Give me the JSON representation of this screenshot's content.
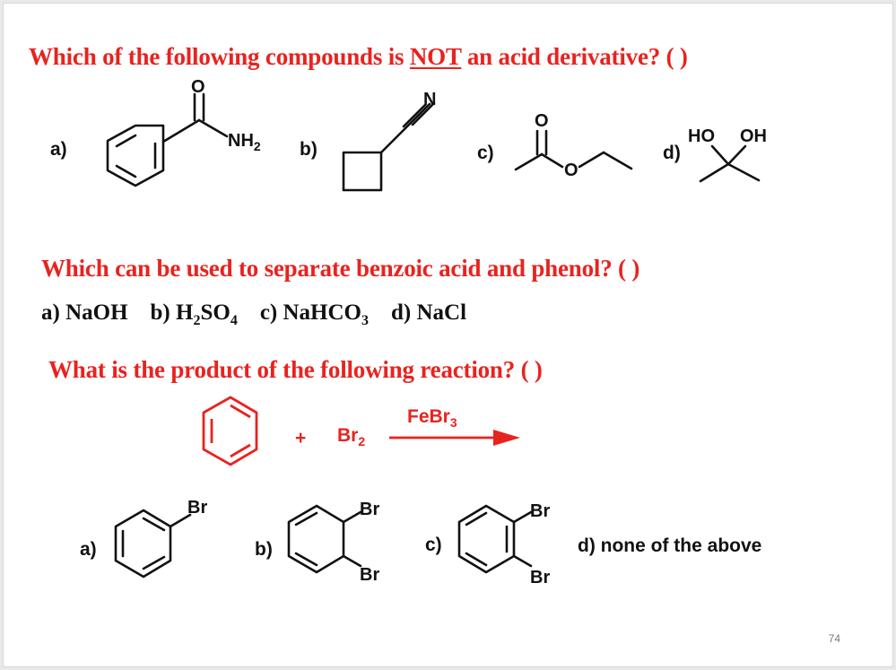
{
  "q1": {
    "text_pre": "Which of the following compounds is ",
    "text_emph": "NOT",
    "text_post": " an acid derivative?  (   )",
    "options": [
      {
        "label": "a)",
        "group": "NH",
        "group_sub": "2",
        "oxygen": "O"
      },
      {
        "label": "b)",
        "nitrogen": "N"
      },
      {
        "label": "c)",
        "carbonyl_o": "O",
        "ester_o": "O"
      },
      {
        "label": "d)",
        "oh_left": "HO",
        "oh_right": "OH"
      }
    ]
  },
  "q2": {
    "text": "Which can be used to separate benzoic acid and phenol?  (   )",
    "opt_a": "a) NaOH",
    "opt_b_pre": "b) H",
    "opt_b_sub1": "2",
    "opt_b_mid": "SO",
    "opt_b_sub2": "4",
    "opt_c_pre": "c) NaHCO",
    "opt_c_sub": "3",
    "opt_d": "d) NaCl"
  },
  "q3": {
    "text": "What is the product of the following reaction?  (   )",
    "plus": "+",
    "reagent": "Br",
    "reagent_sub": "2",
    "catalyst": "FeBr",
    "catalyst_sub": "3",
    "options": [
      {
        "label": "a)",
        "sub1": "Br"
      },
      {
        "label": "b)",
        "sub1": "Br",
        "sub2": "Br"
      },
      {
        "label": "c)",
        "sub1": "Br",
        "sub2": "Br"
      },
      {
        "label": "d)",
        "text": "d) none of the above"
      }
    ]
  },
  "page_number": "74",
  "colors": {
    "accent": "#e8231f",
    "text": "#111111"
  }
}
